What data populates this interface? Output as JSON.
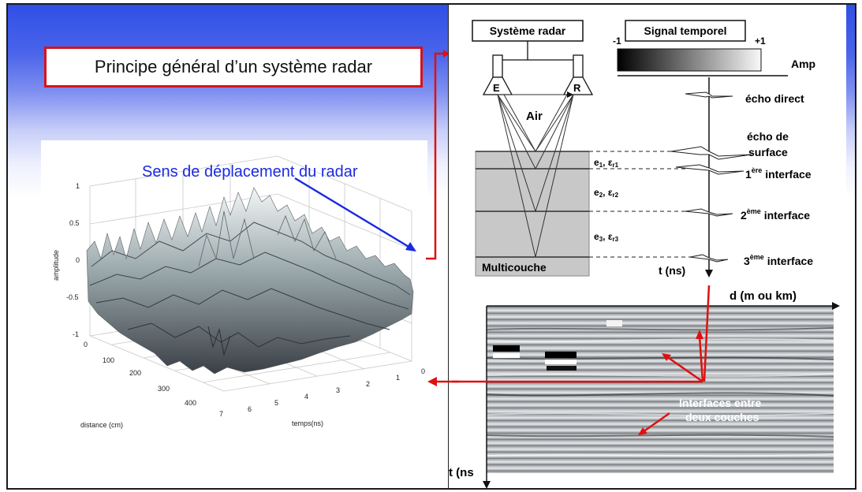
{
  "slide": {
    "title": "Principe général d’un système radar"
  },
  "surface_plot": {
    "annotation": "Sens de déplacement du radar",
    "y_axis_label": "amplitude",
    "y_ticks": [
      "1",
      "0.5",
      "0",
      "-0.5",
      "-1"
    ],
    "distance_label": "distance (cm)",
    "distance_ticks": [
      "0",
      "100",
      "200",
      "300",
      "400"
    ],
    "time_label": "temps(ns)",
    "time_ticks": [
      "0",
      "1",
      "2",
      "3",
      "4",
      "5",
      "6",
      "7"
    ]
  },
  "radar_diagram": {
    "system_title": "Système radar",
    "signal_title": "Signal temporel",
    "scale_min": "-1",
    "scale_max": "+1",
    "amp_label": "Amp",
    "emitter": "E",
    "receiver": "R",
    "air_label": "Air",
    "multilayer_label": "Multicouche",
    "layers": [
      {
        "e": "e",
        "e_sub": "1",
        "eps": "ε",
        "eps_sub": "r1"
      },
      {
        "e": "e",
        "e_sub": "2",
        "eps": "ε",
        "eps_sub": "r2"
      },
      {
        "e": "e",
        "e_sub": "3",
        "eps": "ε",
        "eps_sub": "r3"
      }
    ],
    "echo_direct": "écho direct",
    "echo_surface_line1": "écho de",
    "echo_surface_line2": "surface",
    "interfaces": [
      {
        "num": "1",
        "sup": "ère",
        "word": "interface"
      },
      {
        "num": "2",
        "sup": "ème",
        "word": "interface"
      },
      {
        "num": "3",
        "sup": "ème",
        "word": "interface"
      }
    ],
    "t_axis_label": "t (ns)"
  },
  "radargram": {
    "d_label": "d (m ou km)",
    "t_label": "t (ns",
    "interfaces_line1": "Interfaces entre",
    "interfaces_line2": "deux couches"
  },
  "colors": {
    "accent_red": "#e01010",
    "annotation_blue": "#1a2ae0",
    "slide_blue": "#2f4fe6"
  }
}
